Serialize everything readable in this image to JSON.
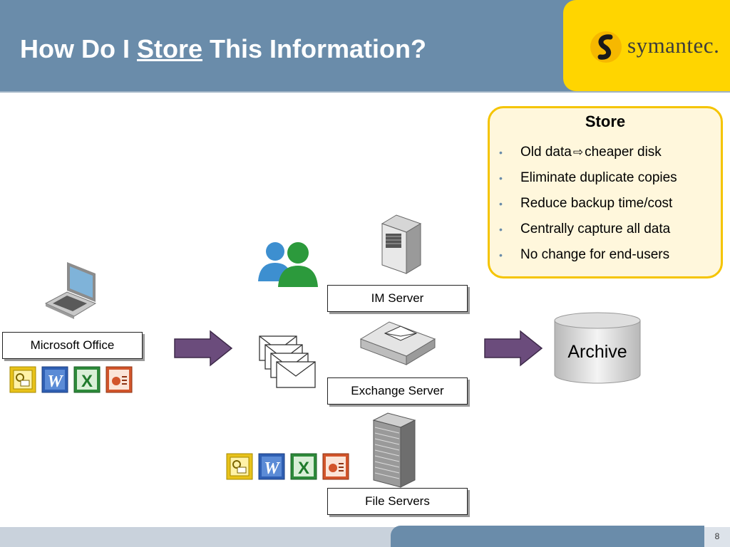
{
  "header": {
    "title_before": "How Do I ",
    "title_underlined": "Store",
    "title_after": " This Information?",
    "brand": "symantec."
  },
  "store_callout": {
    "title": "Store",
    "items": [
      {
        "before": "Old data ",
        "after": "cheaper disk",
        "has_arrow": true
      },
      {
        "text": "Eliminate duplicate copies"
      },
      {
        "text": "Reduce backup time/cost"
      },
      {
        "text": "Centrally capture all data"
      },
      {
        "text": "No change for end-users"
      }
    ]
  },
  "diagram": {
    "source_label": "Microsoft Office",
    "im_server_label": "IM Server",
    "exchange_server_label": "Exchange Server",
    "file_servers_label": "File Servers",
    "archive_label": "Archive",
    "office_apps": [
      "outlook-icon",
      "word-icon",
      "excel-icon",
      "powerpoint-icon"
    ]
  },
  "footer": {
    "page_number": "8"
  },
  "colors": {
    "header_blue": "#6a8caa",
    "brand_yellow": "#ffd500",
    "callout_border": "#f5c400",
    "callout_fill": "#fff7dc",
    "flow_arrow": "#6b4c7c"
  }
}
